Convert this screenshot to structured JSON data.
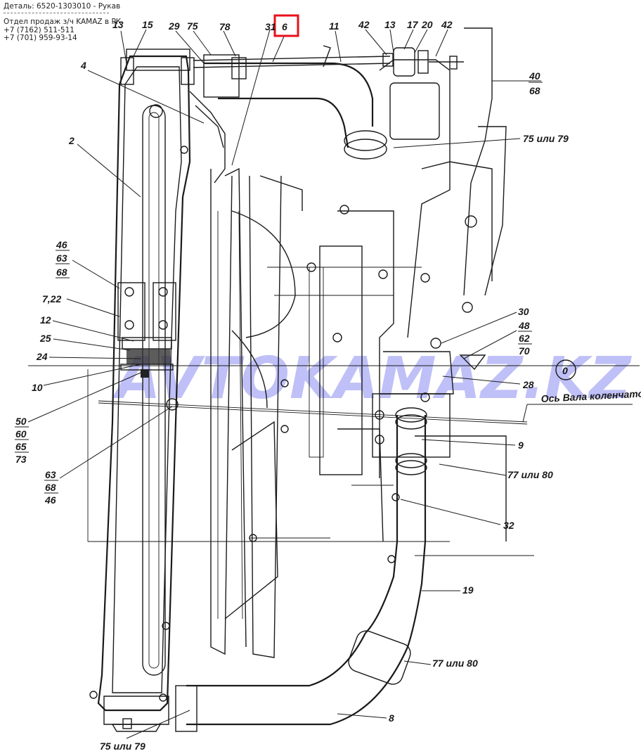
{
  "header": {
    "title": "Деталь: 6520-1303010 - Рукав",
    "dept": "Отдел продаж з/ч KAMAZ в РК",
    "phone1": "+7 (7162) 511-511",
    "phone2": "+7 (701) 959-93-14"
  },
  "highlight": {
    "label": "6",
    "color": "#e8101a"
  },
  "watermark": {
    "text": "AVTOKAMAZ.KZ",
    "color": "#8a8cf0"
  },
  "labels": {
    "l13a": "13",
    "l15": "15",
    "l29": "29",
    "l75a": "75",
    "l78": "78",
    "l31": "31",
    "l11": "11",
    "l42a": "42",
    "l13b": "13",
    "l17": "17",
    "l20": "20",
    "l42b": "42",
    "l4": "4",
    "l40": "40",
    "l68a": "68",
    "l75or79a": "75 или 79",
    "l2": "2",
    "l46a": "46",
    "l63a": "63",
    "l68b": "68",
    "l722": "7,22",
    "l12": "12",
    "l25": "25",
    "l24": "24",
    "l10": "10",
    "l50": "50",
    "l60": "60",
    "l65": "65",
    "l73": "73",
    "l63b": "63",
    "l68c": "68",
    "l46b": "46",
    "l30": "30",
    "l48": "48",
    "l62": "62",
    "l70": "70",
    "l28": "28",
    "l0": "0",
    "axis": "Ось Вала коленчатого",
    "l9": "9",
    "l77or80a": "77 или 80",
    "l32": "32",
    "l19": "19",
    "l77or80b": "77 или 80",
    "l8": "8",
    "l75or79b": "75 или 79"
  }
}
